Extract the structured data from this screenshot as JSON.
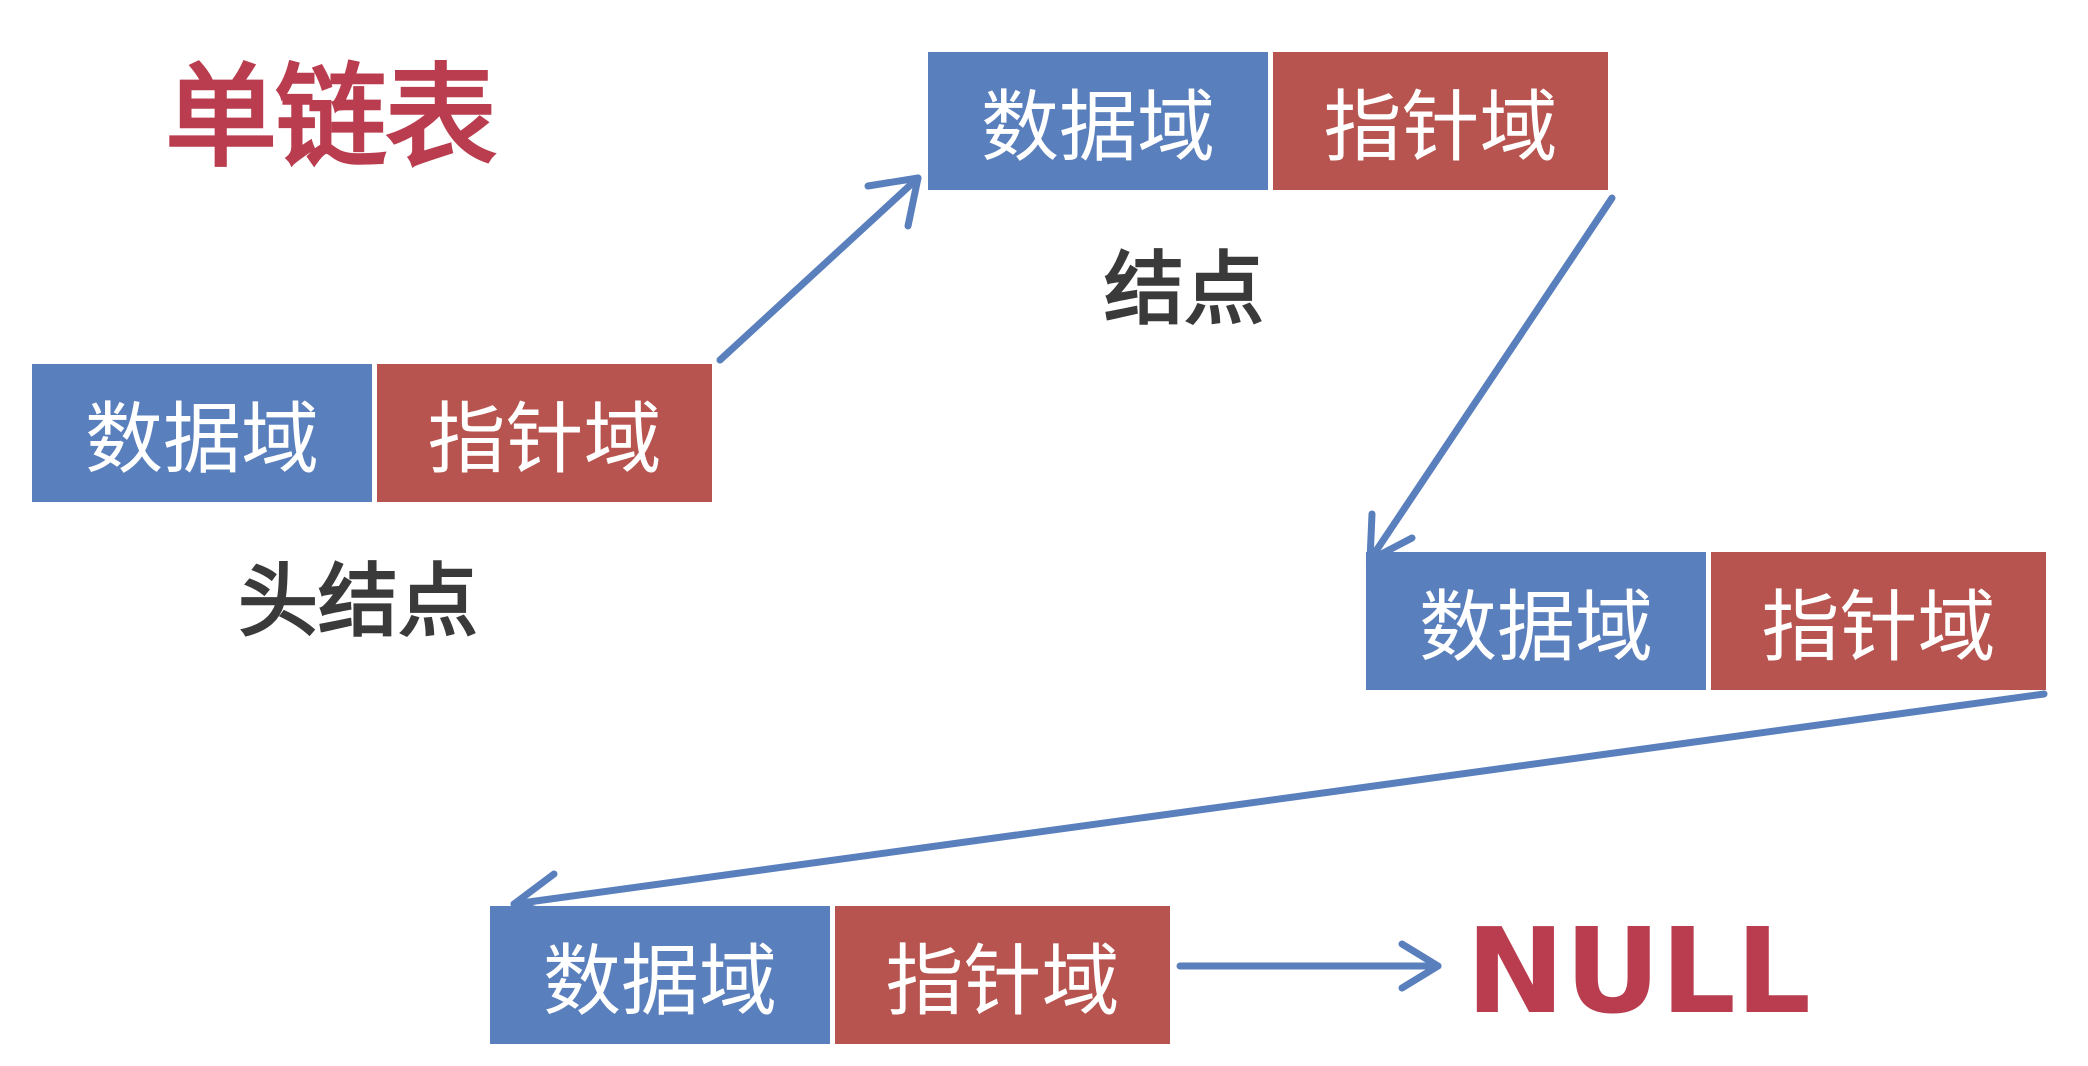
{
  "title": "单链表",
  "colors": {
    "title": "#b93d4f",
    "data_field": "#5a7fbd",
    "pointer_field": "#b8544f",
    "arrow": "#5a7fbd",
    "label": "#3a3a3a"
  },
  "head_label": "头结点",
  "node_label": "结点",
  "nodes": [
    {
      "data": "数据域",
      "pointer": "指针域"
    },
    {
      "data": "数据域",
      "pointer": "指针域"
    },
    {
      "data": "数据域",
      "pointer": "指针域"
    },
    {
      "data": "数据域",
      "pointer": "指针域"
    }
  ],
  "null_label": "NULL"
}
